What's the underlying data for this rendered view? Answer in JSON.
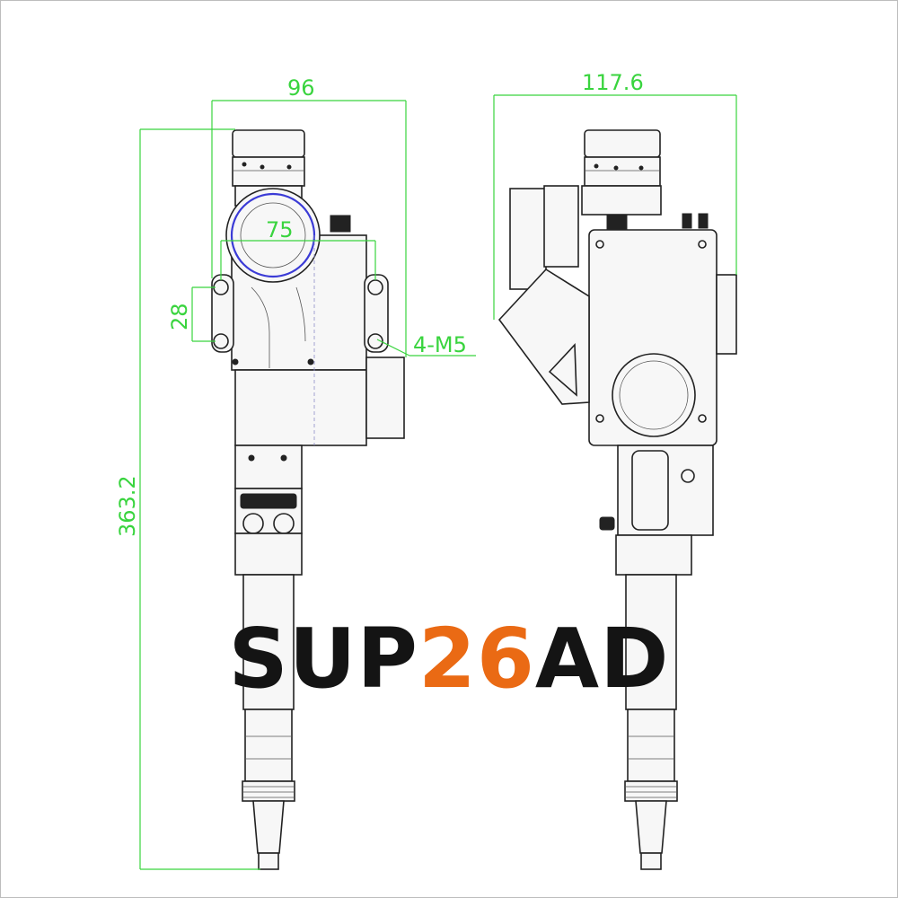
{
  "title": {
    "part1": "SUP",
    "part2": "26",
    "part3": "AD"
  },
  "colors": {
    "dimension": "#39d43e",
    "accent": "#ea6a14",
    "text": "#141414",
    "outline": "#222222"
  },
  "dimensions": {
    "top_width_left": "96",
    "top_width_right": "117.6",
    "hole_spacing": "75",
    "hole_vertical": "28",
    "thread": "4-M5",
    "height": "363.2"
  },
  "label_small": "SUP26AD"
}
